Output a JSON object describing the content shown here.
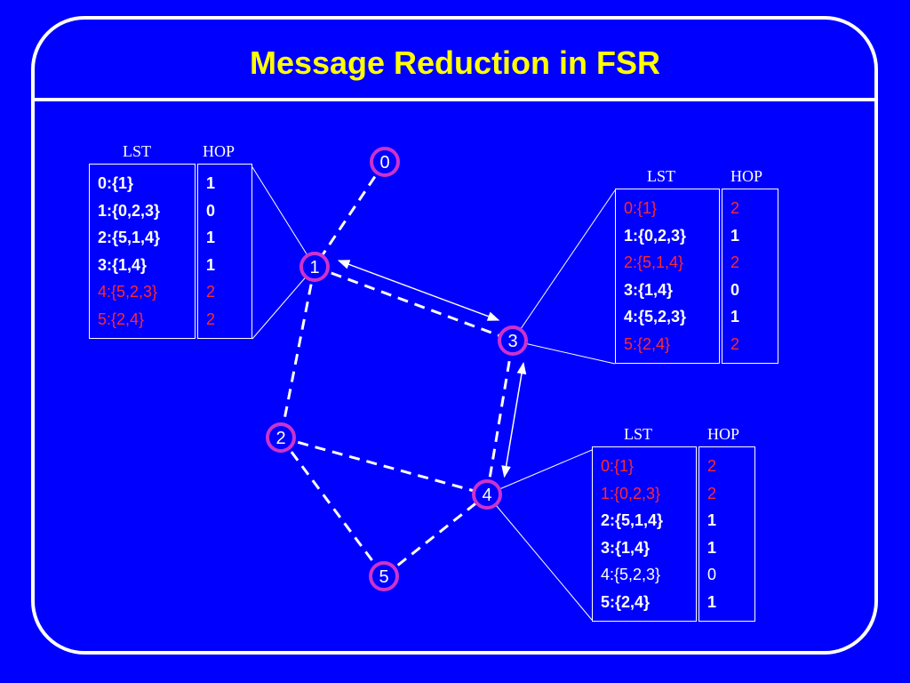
{
  "title": "Message Reduction in FSR",
  "colors": {
    "background": "#0000FF",
    "title": "#FFFF00",
    "node_ring": "#CC33CC",
    "node_fill": "#0000FF",
    "highlight": "#FF2A2A"
  },
  "nodes": [
    {
      "id": "0",
      "label": "0"
    },
    {
      "id": "1",
      "label": "1"
    },
    {
      "id": "2",
      "label": "2"
    },
    {
      "id": "3",
      "label": "3"
    },
    {
      "id": "4",
      "label": "4"
    },
    {
      "id": "5",
      "label": "5"
    }
  ],
  "links": [
    [
      "0",
      "1"
    ],
    [
      "1",
      "2"
    ],
    [
      "1",
      "3"
    ],
    [
      "2",
      "4"
    ],
    [
      "2",
      "5"
    ],
    [
      "5",
      "4"
    ],
    [
      "4",
      "3"
    ]
  ],
  "exchanges": [
    [
      "1",
      "3"
    ],
    [
      "3",
      "4"
    ]
  ],
  "tables": [
    {
      "node": "1",
      "lst_header": "LST",
      "hop_header": "HOP",
      "rows": [
        {
          "lst": "0:{1}",
          "hop": "1",
          "style": "white"
        },
        {
          "lst": "1:{0,2,3}",
          "hop": "0",
          "style": "white"
        },
        {
          "lst": "2:{5,1,4}",
          "hop": "1",
          "style": "white"
        },
        {
          "lst": "3:{1,4}",
          "hop": "1",
          "style": "white"
        },
        {
          "lst": "4:{5,2,3}",
          "hop": "2",
          "style": "red"
        },
        {
          "lst": "5:{2,4}",
          "hop": "2",
          "style": "red"
        }
      ]
    },
    {
      "node": "3",
      "lst_header": "LST",
      "hop_header": "HOP",
      "rows": [
        {
          "lst": "0:{1}",
          "hop": "2",
          "style": "red"
        },
        {
          "lst": "1:{0,2,3}",
          "hop": "1",
          "style": "white"
        },
        {
          "lst": "2:{5,1,4}",
          "hop": "2",
          "style": "red"
        },
        {
          "lst": "3:{1,4}",
          "hop": "0",
          "style": "white"
        },
        {
          "lst": "4:{5,2,3}",
          "hop": "1",
          "style": "white"
        },
        {
          "lst": "5:{2,4}",
          "hop": "2",
          "style": "red"
        }
      ]
    },
    {
      "node": "4",
      "lst_header": "LST",
      "hop_header": "HOP",
      "rows": [
        {
          "lst": "0:{1}",
          "hop": "2",
          "style": "red"
        },
        {
          "lst": "1:{0,2,3}",
          "hop": "2",
          "style": "red"
        },
        {
          "lst": "2:{5,1,4}",
          "hop": "1",
          "style": "white"
        },
        {
          "lst": "3:{1,4}",
          "hop": "1",
          "style": "white"
        },
        {
          "lst": "4:{5,2,3}",
          "hop": "0",
          "style": "plain"
        },
        {
          "lst": "5:{2,4}",
          "hop": "1",
          "style": "white"
        }
      ]
    }
  ]
}
